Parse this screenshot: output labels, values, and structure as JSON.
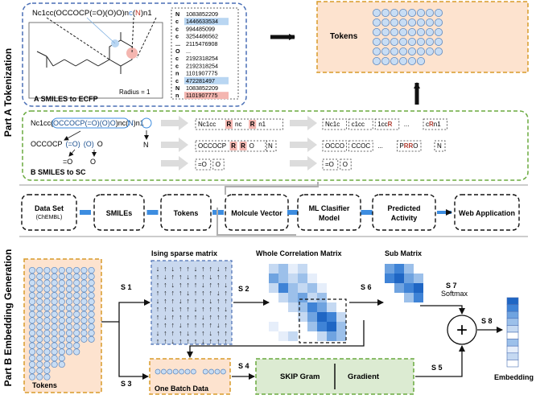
{
  "partA": {
    "label": "Part A Tokenization",
    "ecfp": {
      "title": "A SMILES to ECFP",
      "smiles_pre": "Nc1cc(OCCOCP(=O)(O)O)n",
      "smiles_c": "c",
      "smiles_paren": "(",
      "smiles_n": "N",
      "smiles_post": ")n1",
      "radius": "Radius = 1",
      "atoms": [
        "N",
        "c",
        "c",
        "c",
        "...",
        "O",
        "c",
        "c",
        "n",
        "c",
        "N",
        "n"
      ],
      "hashes": [
        "1083852209",
        "1446633534",
        "994485099",
        "3254486562",
        "2115476908",
        "...",
        "2192318254",
        "2192318254",
        "1101907775",
        "472281497",
        "1083852209",
        "1101907775"
      ]
    },
    "tokens_box": {
      "title": "Tokens",
      "rows": [
        8,
        8,
        8,
        8,
        8,
        6
      ]
    },
    "sc": {
      "title": "B SMILES to SC",
      "smiles_full_a": "Nc1cc(",
      "smiles_full_b": "OCCOCP(=O)(O)O",
      "smiles_full_c": ")nc(",
      "smiles_full_d": "N",
      "smiles_full_e": ")n1",
      "sub_a": "OCCOCP",
      "sub_b": "(=O)",
      "sub_c": "(O)",
      "sub_d": "O",
      "eq_o": "=O",
      "o": "O",
      "n": "N",
      "row1_tokens": [
        "Nc1cc",
        "R",
        "nc",
        "R",
        "n1"
      ],
      "row1_out": [
        "Nc1c",
        "c1cc",
        "1ccR",
        "...",
        "cRn1"
      ],
      "row2_tokens": [
        "OCCOCP",
        "R",
        "R",
        "O"
      ],
      "row2_n": "N",
      "row2_out": [
        "OCCO",
        "CCOC",
        "...",
        "PRRO"
      ],
      "row2_n_out": "N",
      "row3_tokens": [
        "=O",
        "O"
      ],
      "row3_out": [
        "=O",
        "O"
      ]
    }
  },
  "pipeline": {
    "steps": [
      {
        "label": "Data Set",
        "sub": "(ChEMBL)"
      },
      {
        "label": "SMILEs",
        "sub": ""
      },
      {
        "label": "Tokens",
        "sub": ""
      },
      {
        "label": "Molcule Vector",
        "sub": ""
      },
      {
        "label": "ML Clasifier",
        "sub": "Model"
      },
      {
        "label": "Predicted",
        "sub": "Activity"
      },
      {
        "label": "Web Application",
        "sub": ""
      }
    ]
  },
  "partB": {
    "label": "Part B Embedding Generation",
    "tokens_title": "Tokens",
    "ising_title": "Ising sparse matrix",
    "whole_title": "Whole Correlation Matrix",
    "sub_title": "Sub Matrix",
    "softmax": "Softmax",
    "batch_title": "One Batch Data",
    "skip": "SKIP Gram",
    "gradient": "Gradient",
    "embedding": "Embedding",
    "steps": [
      "S 1",
      "S 2",
      "S 3",
      "S 4",
      "S 5",
      "S 6",
      "S 7",
      "S 8"
    ],
    "ising_arrows": [
      "↓↑↓↑↑↓↑↑↓↑",
      "↑↓↑↑↓↑↑↓↑↑",
      "↑↑↓↑↑↑↓↑↑↓",
      "↑↑↑↑↓↑↑↑↓↑",
      "↓↑↑↓↑↑↑↓↑↑",
      "↑↑↓↑↑↓↑↑↑↓",
      "↑↓↑↑↑↑↓↑↑↑",
      "↑↑↑↓↑↑↑↑↓↑",
      "↓↑↑↑↓↑↑↓↑↑",
      "↑↑↓↑↑↑↓↑↑↑"
    ],
    "colors": {
      "orange_fill": "#fde3cf",
      "orange_stroke": "#d89b2a",
      "green_stroke": "#6aaa3f",
      "green_fill": "#dcebd2",
      "blue_stroke": "#4a6fb5",
      "ising_fill": "#c9d8ee",
      "dot_fill": "#c8ddf4",
      "dot_stroke": "#5b86bd",
      "arrow_blue": "#3d8de0",
      "highlight_blue": "#b9d6f2",
      "highlight_red": "#f4b6b0"
    }
  }
}
